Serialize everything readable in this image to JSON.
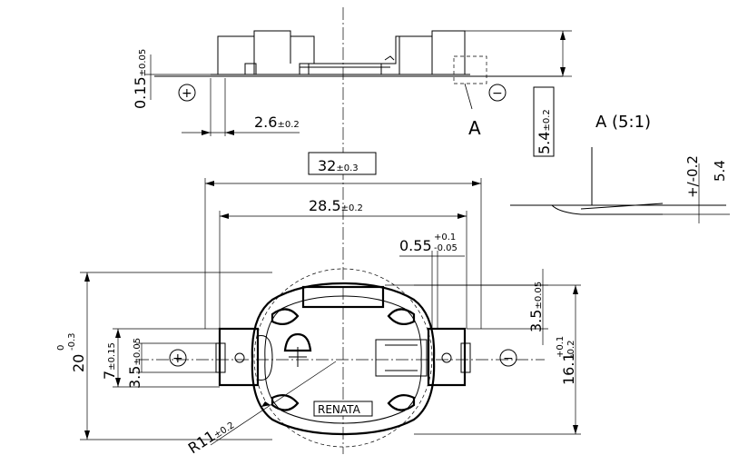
{
  "drawing": {
    "top_view": {
      "dim_thickness": "0.15",
      "dim_thickness_tol": "±0.05",
      "dim_offset": "2.6",
      "dim_offset_tol": "±0.2",
      "dim_height": "5.4",
      "dim_height_tol": "±0.2",
      "plus_symbol": "+",
      "minus_symbol": "−",
      "detail_label": "A"
    },
    "detail_view": {
      "title": "A (5:1)",
      "dim_tolerance": "+/-0.2",
      "dim_height": "5.4"
    },
    "front_view": {
      "dim_total_width": "32",
      "dim_total_width_tol": "±0.3",
      "dim_pad_span": "28.5",
      "dim_pad_span_tol": "±0.2",
      "dim_gap": "0.55",
      "dim_gap_upper": "+0.1",
      "dim_gap_lower": "-0.05",
      "dim_pad_offset": "3.5",
      "dim_pad_offset_tol": "±0.05",
      "dim_height_main": "16.1",
      "dim_height_main_upper": "+0.1",
      "dim_height_main_lower": "-0.2",
      "dim_total_height": "20",
      "dim_total_height_upper": "0",
      "dim_total_height_lower": "-0.3",
      "dim_pad_width": "7",
      "dim_pad_width_tol": "±0.15",
      "dim_pad_center": "3.5",
      "dim_pad_center_tol": "±0.05",
      "dim_radius": "R11",
      "dim_radius_tol": "±0.2",
      "brand": "RENATA",
      "plus_symbol": "+",
      "minus_symbol": "−"
    }
  }
}
